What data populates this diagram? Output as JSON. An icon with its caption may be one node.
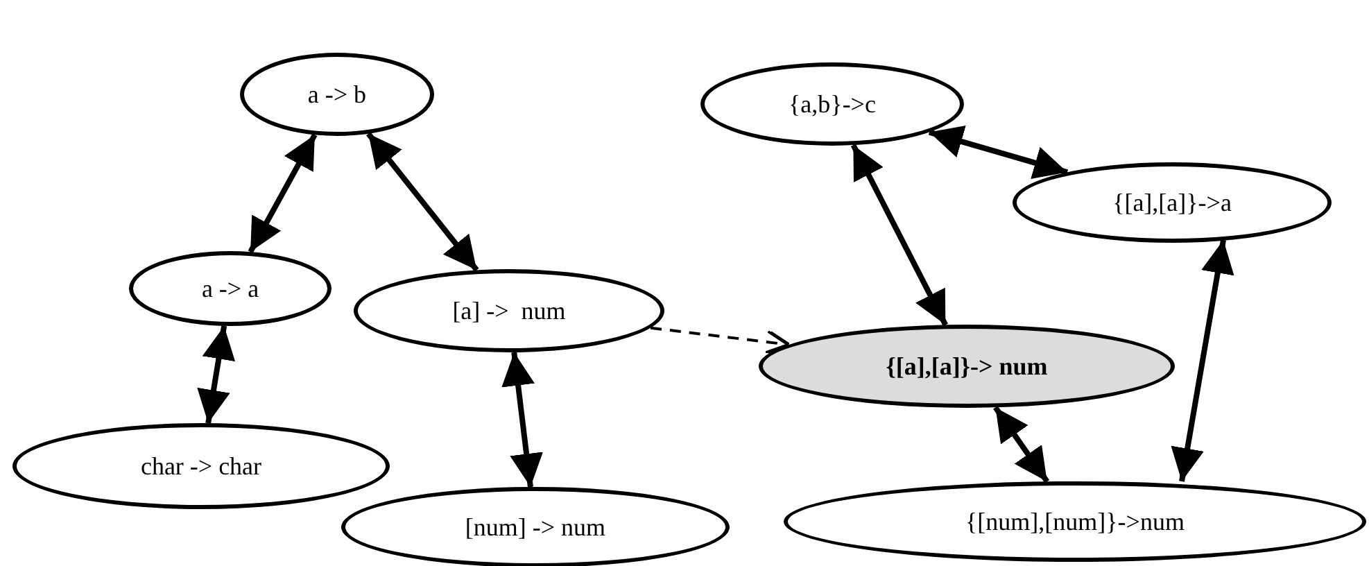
{
  "diagram": {
    "nodes": [
      {
        "text": [
          "a -> b"
        ]
      },
      {
        "text": [
          "a -> a"
        ]
      },
      {
        "text": [
          "[a] ->  num"
        ]
      },
      {
        "text": [
          "char -> char"
        ]
      },
      {
        "text": [
          "[num] -> num"
        ]
      },
      {
        "text": [
          "{a,b}->c"
        ]
      },
      {
        "text": [
          "{[a],[a]}->a"
        ]
      },
      {
        "text": [
          "{[a],[a]}-> num"
        ]
      },
      {
        "text": [
          "{[num],[num]}->num"
        ]
      }
    ],
    "edges": [
      {
        "from": 0,
        "to": 1,
        "arrow": "both"
      },
      {
        "from": 0,
        "to": 2,
        "arrow": "both"
      },
      {
        "from": 1,
        "to": 3,
        "arrow": "both"
      },
      {
        "from": 2,
        "to": 4,
        "arrow": "both"
      },
      {
        "from": 2,
        "to": 7,
        "arrow": "to",
        "style": "dashed"
      },
      {
        "from": 5,
        "to": 6,
        "arrow": "both"
      },
      {
        "from": 5,
        "to": 7,
        "arrow": "both"
      },
      {
        "from": 6,
        "to": 8,
        "arrow": "both"
      },
      {
        "from": 7,
        "to": 8,
        "arrow": "both"
      }
    ]
  }
}
